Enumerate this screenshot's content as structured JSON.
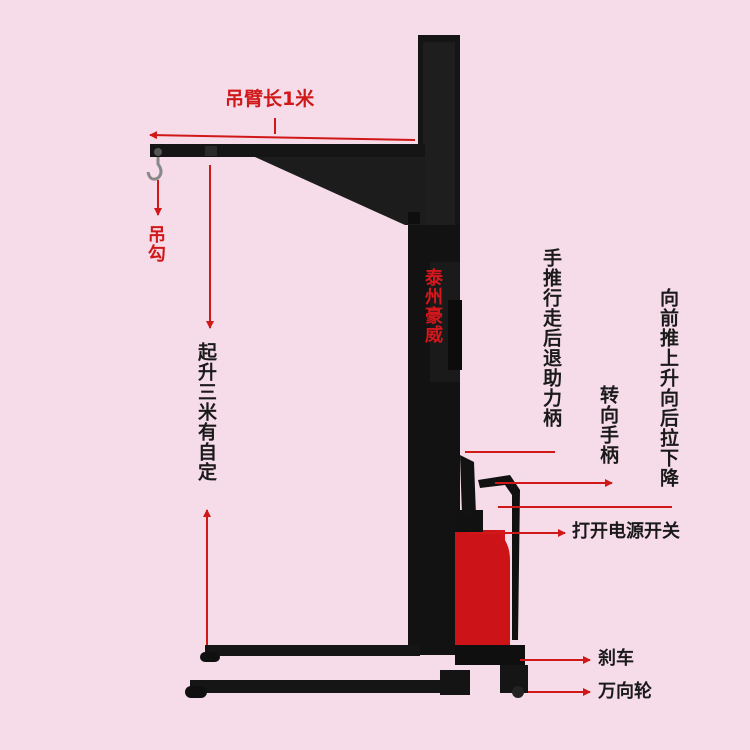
{
  "colors": {
    "background": "#f6dbe9",
    "machine": "#121212",
    "body_red": "#d5161b",
    "annotation": "#d01818",
    "text_dark": "#1a1a1a"
  },
  "labels": {
    "boom_length": "吊臂长1米",
    "hook": "吊勾",
    "lift_height": "起升三米有自定",
    "push_handle": "手推行走后退助力柄",
    "steering_handle": "转向手柄",
    "forward_backward": "向前推上升向后拉下降",
    "power_switch": "打开电源开关",
    "brake": "刹车",
    "caster": "万向轮"
  },
  "brand_text": "泰州豪威"
}
